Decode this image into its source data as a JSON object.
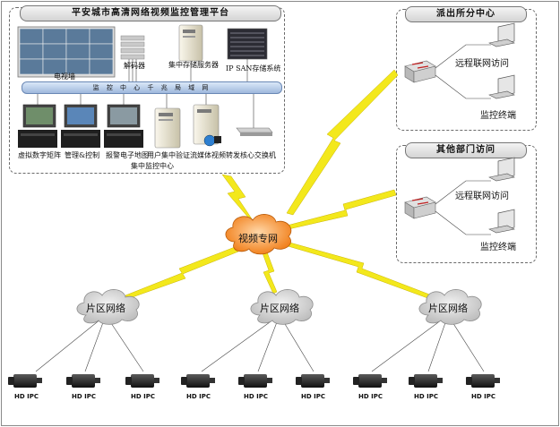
{
  "main_panel": {
    "title": "平安城市高清网络视频监控管理平台",
    "bus_label": "监 控 中 心 千 兆 局 域 网",
    "video_wall": "电视墙",
    "decoder": "解码器",
    "central_storage": "集中存储服务器",
    "ipsan": "IP SAN存储系统",
    "matrix": "虚拟数字矩阵",
    "management": "管理&控制",
    "alarm_map": "报警电子地图",
    "auth": "用户集中验证",
    "streaming": "流媒体视频转发",
    "core_switch": "核心交换机",
    "center_label": "集中监控中心"
  },
  "police_panel": {
    "title": "派出所分中心",
    "remote": "远程联网访问",
    "terminal": "监控终端"
  },
  "dept_panel": {
    "title": "其他部门访问",
    "remote": "远程联网访问",
    "terminal": "监控终端"
  },
  "network": {
    "private_net": "视频专网",
    "area_net": "片区网络"
  },
  "camera_label": "HD IPC",
  "colors": {
    "lightning": "#f3e81c",
    "cloud_main": "#f58a1f",
    "cloud_area": "#c9c9c9"
  }
}
